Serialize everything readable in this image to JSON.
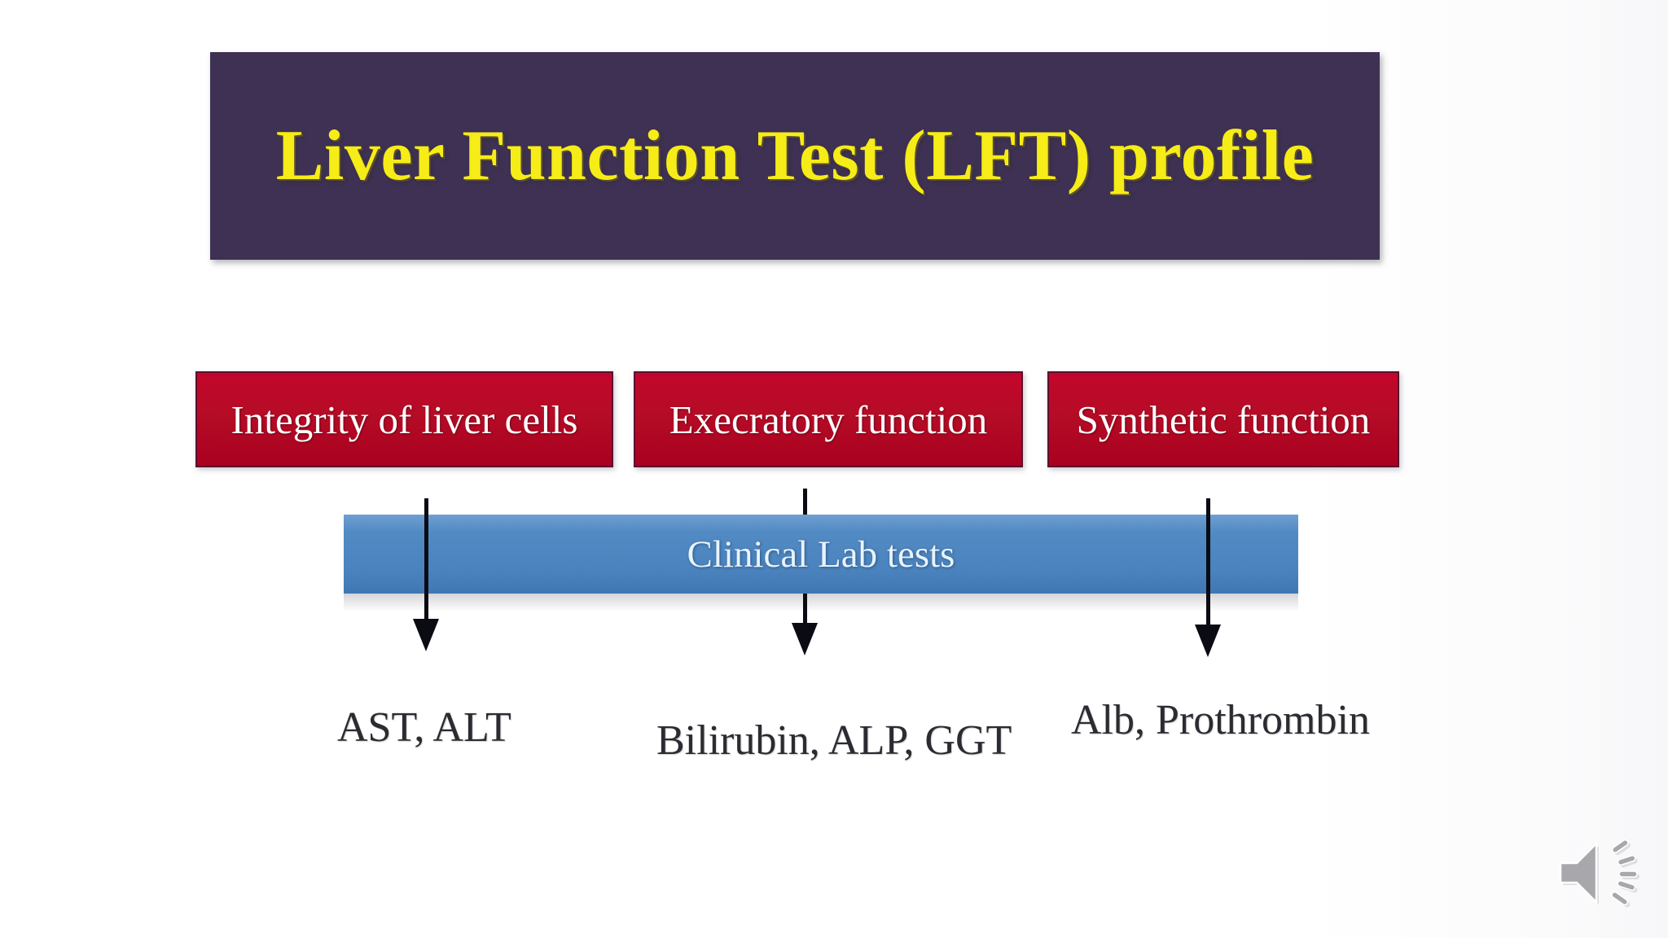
{
  "slide": {
    "title": "Liver Function Test (LFT) profile",
    "title_box_color": "#3E3153",
    "title_text_color": "#F6EC17",
    "background_color": "#FFFFFF"
  },
  "categories": [
    {
      "label": "Integrity of liver cells",
      "box_color": "#BE0A26",
      "text_color": "#FDFDFD"
    },
    {
      "label": "Execratory function",
      "box_color": "#BE0A26",
      "text_color": "#FDFDFD"
    },
    {
      "label": "Synthetic function",
      "box_color": "#BE0A26",
      "text_color": "#FDFDFD"
    }
  ],
  "clinical_bar": {
    "label": "Clinical Lab tests",
    "bar_color": "#4A83BD",
    "text_color": "#E8F3FB"
  },
  "tests": [
    {
      "label": "AST, ALT"
    },
    {
      "label": "Bilirubin, ALP, GGT"
    },
    {
      "label": "Alb, Prothrombin"
    }
  ],
  "media": {
    "speaker_icon": "speaker-icon",
    "speaker_color": "#A7A7AC"
  }
}
